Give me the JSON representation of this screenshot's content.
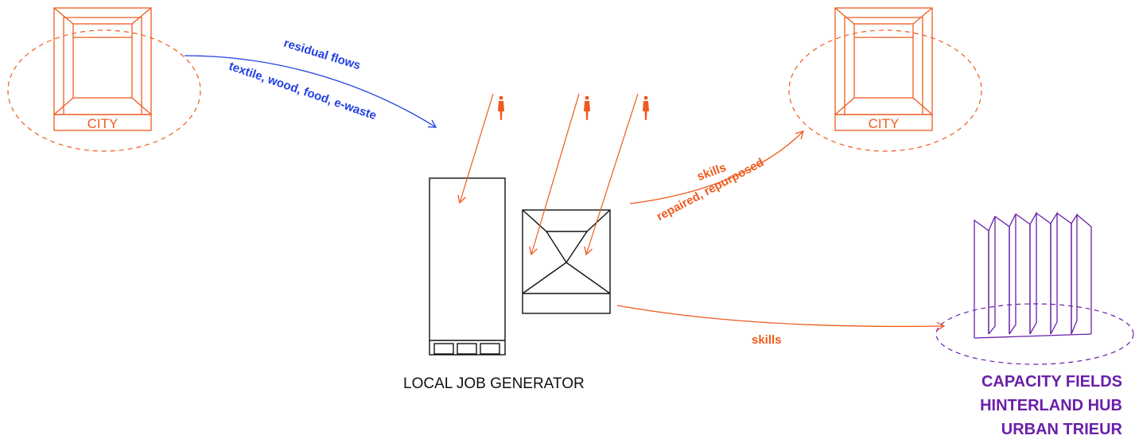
{
  "colors": {
    "city": "#f05a1e",
    "residual_flow": "#2340e0",
    "skills_flow": "#f05a1e",
    "building": "#111111",
    "hub": "#6a1fa8"
  },
  "city_left": {
    "label": "CITY"
  },
  "city_right": {
    "label": "CITY"
  },
  "residual_flow": {
    "title": "residual flows",
    "materials": "textile, wood, food, e-waste"
  },
  "skills_to_city": {
    "title": "skills",
    "subtitle": "repaired, repurposed"
  },
  "skills_to_hub": {
    "title": "skills"
  },
  "generator": {
    "label": "LOCAL JOB GENERATOR"
  },
  "hub": {
    "line1": "CAPACITY FIELDS",
    "line2": "HINTERLAND HUB",
    "line3": "URBAN TRIEUR"
  },
  "people_icons": [
    "person-icon",
    "person-icon",
    "person-icon"
  ]
}
